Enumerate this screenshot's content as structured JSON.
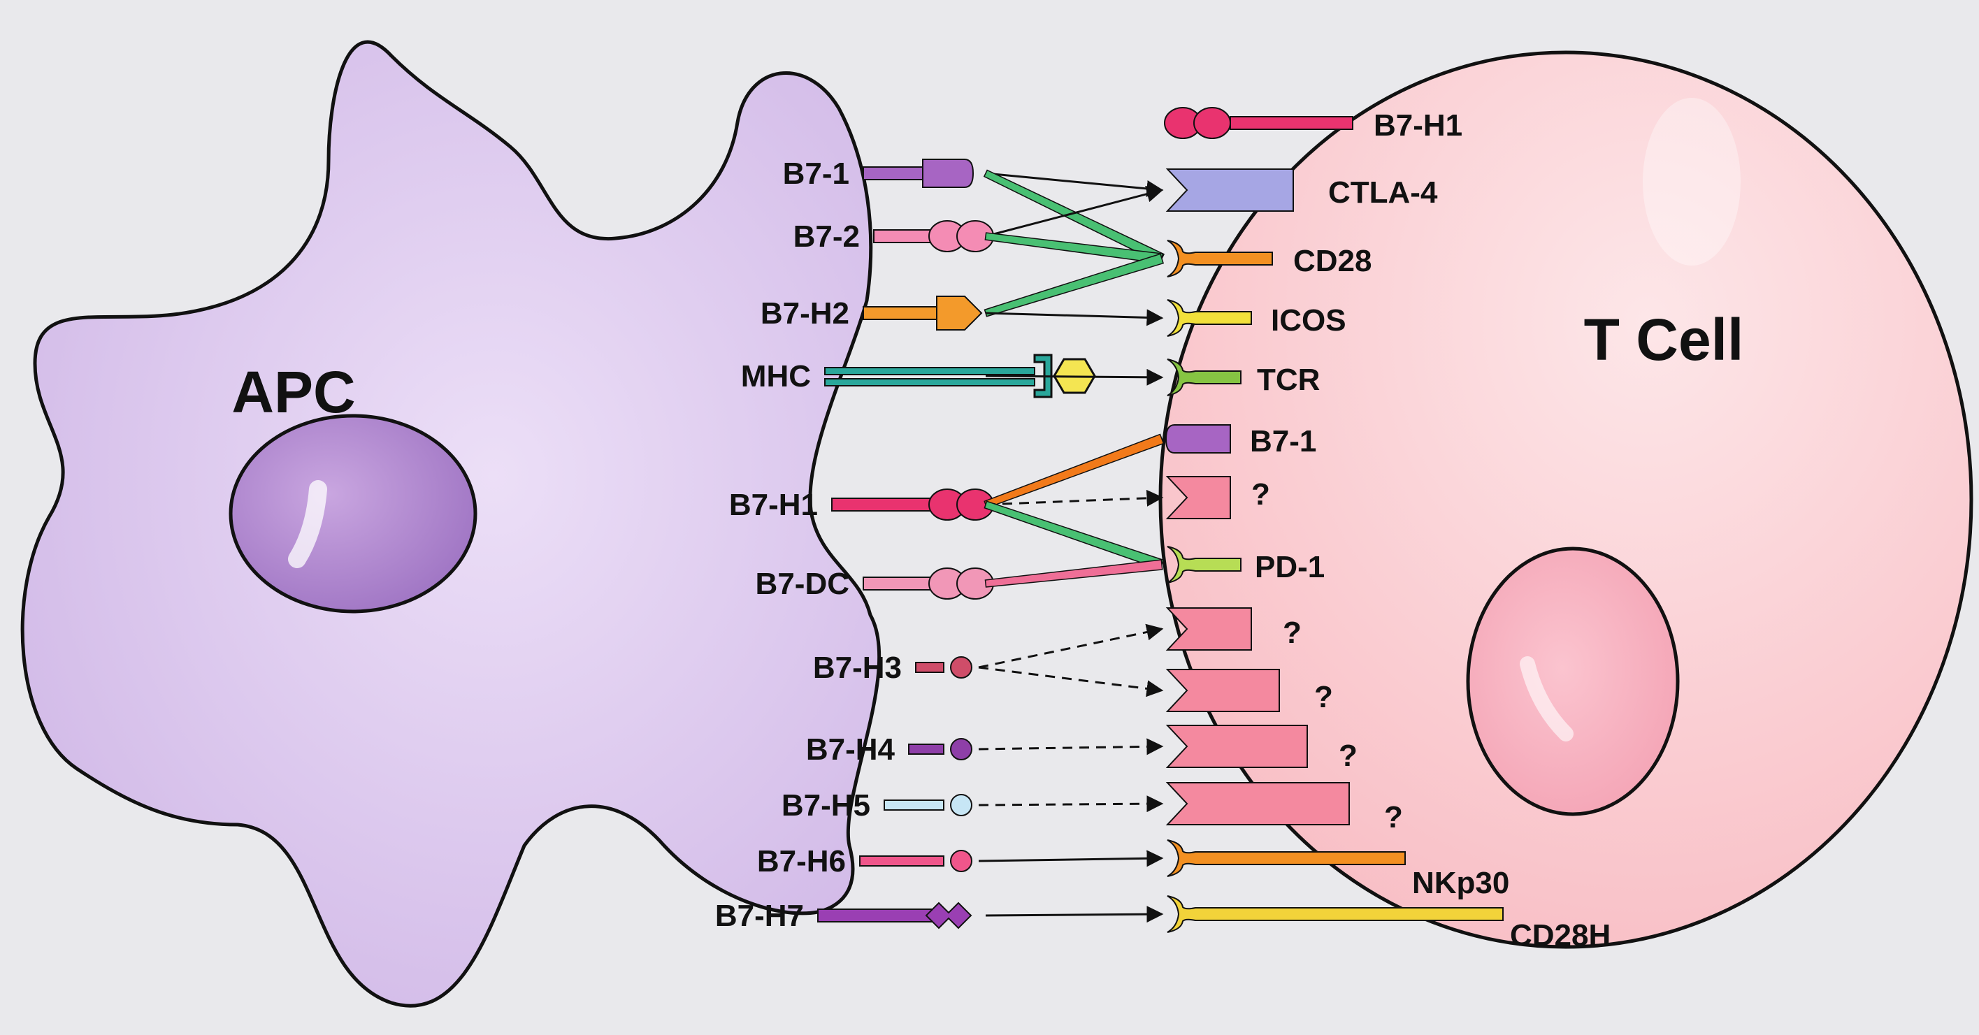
{
  "cells": {
    "apc": {
      "label": "APC",
      "color": "#d7c3ea",
      "nucleus_color": "#b38fd0"
    },
    "tcell": {
      "label": "T Cell",
      "color": "#fbcdd1",
      "nucleus_color": "#f6a8b8"
    }
  },
  "apc_ligands": [
    {
      "id": "b7-1",
      "label": "B7-1",
      "shape": "rounded",
      "color": "#a765c3"
    },
    {
      "id": "b7-2",
      "label": "B7-2",
      "shape": "double-bead",
      "color": "#f48cb4"
    },
    {
      "id": "b7-h2",
      "label": "B7-H2",
      "shape": "arrowhead",
      "color": "#f39a2b"
    },
    {
      "id": "mhc",
      "label": "MHC",
      "shape": "mhc",
      "color": "#2aa79b",
      "peptide_color": "#f4e552"
    },
    {
      "id": "b7-h1",
      "label": "B7-H1",
      "shape": "double-bead",
      "color": "#e9336f"
    },
    {
      "id": "b7-dc",
      "label": "B7-DC",
      "shape": "double-bead",
      "color": "#f197b7"
    },
    {
      "id": "b7-h3",
      "label": "B7-H3",
      "shape": "bead",
      "color": "#cf4d69"
    },
    {
      "id": "b7-h4",
      "label": "B7-H4",
      "shape": "bead",
      "color": "#8e3fa8"
    },
    {
      "id": "b7-h5",
      "label": "B7-H5",
      "shape": "bead",
      "color": "#c7e6f5"
    },
    {
      "id": "b7-h6",
      "label": "B7-H6",
      "shape": "bead",
      "color": "#f0568b"
    },
    {
      "id": "b7-h7",
      "label": "B7-H7",
      "shape": "diamond",
      "color": "#9a3fb3"
    }
  ],
  "tcell_receptors": [
    {
      "id": "r-b7-h1",
      "label": "B7-H1",
      "shape": "double-bead",
      "color": "#e9336f"
    },
    {
      "id": "r-ctla4",
      "label": "CTLA-4",
      "shape": "notch",
      "color": "#a6a6e4"
    },
    {
      "id": "r-cd28",
      "label": "CD28",
      "shape": "fork",
      "color": "#f39022"
    },
    {
      "id": "r-icos",
      "label": "ICOS",
      "shape": "fork",
      "color": "#f2e03b"
    },
    {
      "id": "r-tcr",
      "label": "TCR",
      "shape": "fork",
      "color": "#86c443"
    },
    {
      "id": "r-b7-1",
      "label": "B7-1",
      "shape": "rounded",
      "color": "#a765c3"
    },
    {
      "id": "r-unk1",
      "label": "?",
      "shape": "notch",
      "color": "#f4899f"
    },
    {
      "id": "r-pd1",
      "label": "PD-1",
      "shape": "fork",
      "color": "#b7dd55"
    },
    {
      "id": "r-unk2",
      "label": "?",
      "shape": "notch",
      "color": "#f4899f"
    },
    {
      "id": "r-unk3",
      "label": "?",
      "shape": "notch",
      "color": "#f4899f"
    },
    {
      "id": "r-unk4",
      "label": "?",
      "shape": "notch",
      "color": "#f4899f"
    },
    {
      "id": "r-unk5",
      "label": "?",
      "shape": "notch",
      "color": "#f4899f"
    },
    {
      "id": "r-nkp30",
      "label": "NKp30",
      "shape": "fork",
      "color": "#f39022"
    },
    {
      "id": "r-cd28h",
      "label": "CD28H",
      "shape": "fork",
      "color": "#f2d33a"
    }
  ],
  "interactions": [
    {
      "from": "b7-1",
      "to": "r-ctla4",
      "style": "solid"
    },
    {
      "from": "b7-1",
      "to": "r-cd28",
      "style": "solid-green"
    },
    {
      "from": "b7-2",
      "to": "r-ctla4",
      "style": "solid"
    },
    {
      "from": "b7-2",
      "to": "r-cd28",
      "style": "solid-green"
    },
    {
      "from": "b7-h2",
      "to": "r-cd28",
      "style": "solid-green"
    },
    {
      "from": "b7-h2",
      "to": "r-icos",
      "style": "solid"
    },
    {
      "from": "mhc",
      "to": "r-tcr",
      "style": "solid"
    },
    {
      "from": "b7-h1",
      "to": "r-b7-1",
      "style": "solid-orange"
    },
    {
      "from": "b7-h1",
      "to": "r-unk1",
      "style": "dashed"
    },
    {
      "from": "b7-h1",
      "to": "r-pd1",
      "style": "solid-green"
    },
    {
      "from": "b7-dc",
      "to": "r-pd1",
      "style": "solid-pink"
    },
    {
      "from": "b7-h3",
      "to": "r-unk2",
      "style": "dashed"
    },
    {
      "from": "b7-h3",
      "to": "r-unk3",
      "style": "dashed"
    },
    {
      "from": "b7-h4",
      "to": "r-unk4",
      "style": "dashed"
    },
    {
      "from": "b7-h5",
      "to": "r-unk5",
      "style": "dashed"
    },
    {
      "from": "b7-h6",
      "to": "r-nkp30",
      "style": "solid"
    },
    {
      "from": "b7-h7",
      "to": "r-cd28h",
      "style": "solid"
    }
  ]
}
